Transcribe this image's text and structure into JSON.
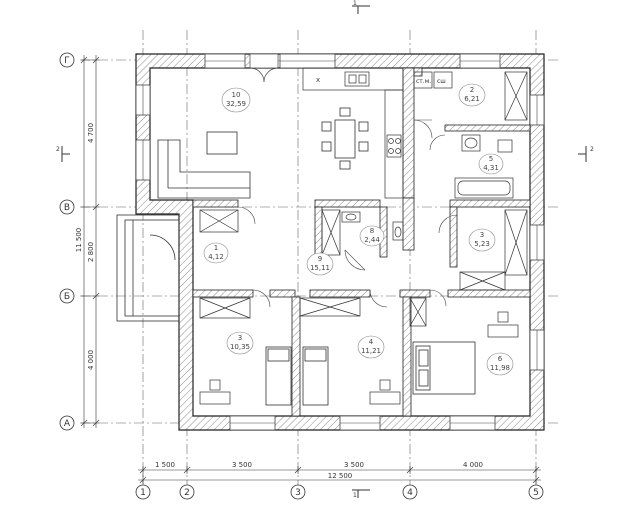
{
  "grid": {
    "rows": [
      "Г",
      "В",
      "Б",
      "А"
    ],
    "cols": [
      "1",
      "2",
      "3",
      "4",
      "5"
    ]
  },
  "section_marks": {
    "top": "1",
    "bottom": "1",
    "left": "2",
    "right": "2"
  },
  "left_dims": {
    "total": "11 500",
    "segments": [
      "4 700",
      "2 800",
      "4 000"
    ]
  },
  "bottom_dims": {
    "total": "12 500",
    "segments": [
      "1 500",
      "3 500",
      "3 500",
      "4 000"
    ]
  },
  "rooms": [
    {
      "num": "10",
      "area": "32,59"
    },
    {
      "num": "2",
      "area": "6,21"
    },
    {
      "num": "5",
      "area": "4,31"
    },
    {
      "num": "8",
      "area": "2,44"
    },
    {
      "num": "3",
      "area": "5,23"
    },
    {
      "num": "1",
      "area": "4,12"
    },
    {
      "num": "9",
      "area": "15,11"
    },
    {
      "num": "3",
      "area": "10,35"
    },
    {
      "num": "4",
      "area": "11,21"
    },
    {
      "num": "6",
      "area": "11,98"
    }
  ],
  "kitchen_labels": {
    "fridge": "х",
    "washer": "ст.м.",
    "dryer": "сш"
  }
}
